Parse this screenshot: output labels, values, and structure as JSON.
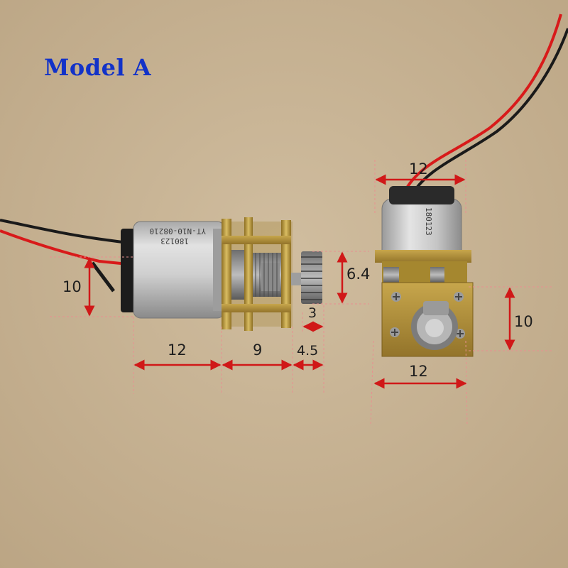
{
  "title": "Model A",
  "dimensions": {
    "left_motor": {
      "height": "10",
      "motor_length": "12",
      "gearbox_length": "9",
      "shaft_length": "4.5",
      "shaft_diameter": "3",
      "pinion_height": "6.4"
    },
    "right_motor": {
      "top_width": "12",
      "plate_height": "10",
      "bottom_width": "12"
    }
  },
  "motor_markings": {
    "line1": "YT-N10-08210",
    "line2": "180123"
  },
  "colors": {
    "background": "#c8b496",
    "title": "#1232c8",
    "dimension_arrow": "#d01818",
    "motor_can": "#c9c9c9",
    "gearbox_brass": "#b8983c",
    "wire_red": "#d81a1a",
    "wire_black": "#1a1a1a"
  }
}
